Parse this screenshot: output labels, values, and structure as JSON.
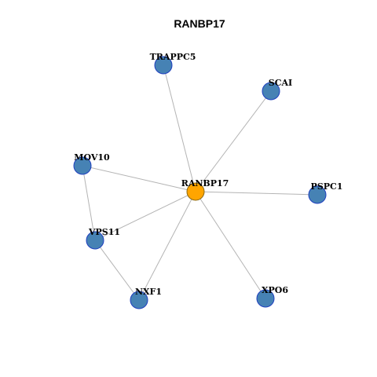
{
  "title": "RANBP17",
  "colors": {
    "hub_fill": "#FFA500",
    "hub_stroke": "#8B6914",
    "node_fill": "#4682B4",
    "node_stroke": "#1F3FBF",
    "edge": "#B4B4B4"
  },
  "nodes": [
    {
      "id": "RANBP17",
      "label": "RANBP17",
      "type": "hub"
    },
    {
      "id": "TRAPPC5",
      "label": "TRAPPC5",
      "type": "partner"
    },
    {
      "id": "SCAI",
      "label": "SCAI",
      "type": "partner"
    },
    {
      "id": "MOV10",
      "label": "MOV10",
      "type": "partner"
    },
    {
      "id": "PSPC1",
      "label": "PSPC1",
      "type": "partner"
    },
    {
      "id": "VPS11",
      "label": "VPS11",
      "type": "partner"
    },
    {
      "id": "NXF1",
      "label": "NXF1",
      "type": "partner"
    },
    {
      "id": "XPO6",
      "label": "XPO6",
      "type": "partner"
    }
  ],
  "edges": [
    [
      "RANBP17",
      "TRAPPC5"
    ],
    [
      "RANBP17",
      "SCAI"
    ],
    [
      "RANBP17",
      "MOV10"
    ],
    [
      "RANBP17",
      "PSPC1"
    ],
    [
      "RANBP17",
      "VPS11"
    ],
    [
      "RANBP17",
      "NXF1"
    ],
    [
      "RANBP17",
      "XPO6"
    ],
    [
      "MOV10",
      "VPS11"
    ],
    [
      "VPS11",
      "NXF1"
    ]
  ]
}
